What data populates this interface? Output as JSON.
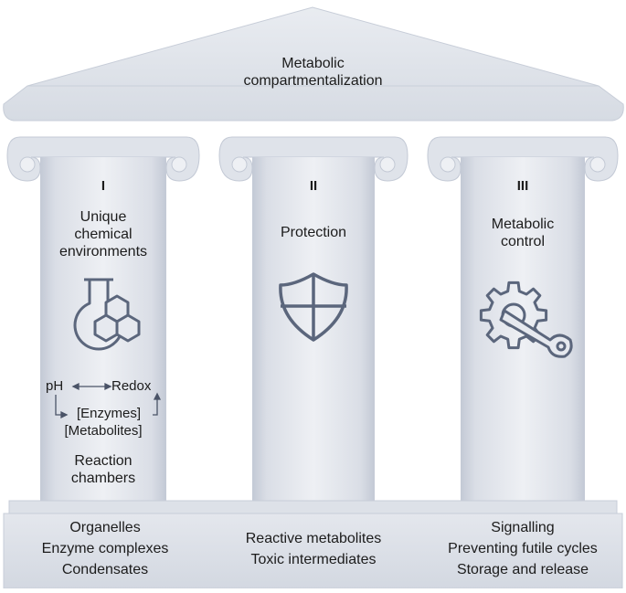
{
  "roof": {
    "title_line1": "Metabolic",
    "title_line2": "compartmentalization"
  },
  "pillars": [
    {
      "numeral": "I",
      "title_lines": [
        "Unique",
        "chemical",
        "environments"
      ],
      "icon": "flask-hexagons-icon",
      "labels": {
        "ph": "pH",
        "redox": "Redox",
        "enzymes": "[Enzymes]",
        "metabolites": "[Metabolites]"
      },
      "footer_lines": [
        "Reaction",
        "chambers"
      ],
      "base_items": [
        "Organelles",
        "Enzyme complexes",
        "Condensates"
      ]
    },
    {
      "numeral": "II",
      "title_lines": [
        "Protection"
      ],
      "icon": "shield-icon",
      "base_items": [
        "Reactive metabolites",
        "Toxic intermediates"
      ]
    },
    {
      "numeral": "III",
      "title_lines": [
        "Metabolic",
        "control"
      ],
      "icon": "gear-wrench-icon",
      "base_items": [
        "Signalling",
        "Preventing futile cycles",
        "Storage and release"
      ]
    }
  ],
  "colors": {
    "stone_light": "#e6e9ef",
    "stone_mid": "#d2d7e1",
    "stone_dark": "#b9c0ce",
    "icon_stroke": "#5b667c"
  }
}
